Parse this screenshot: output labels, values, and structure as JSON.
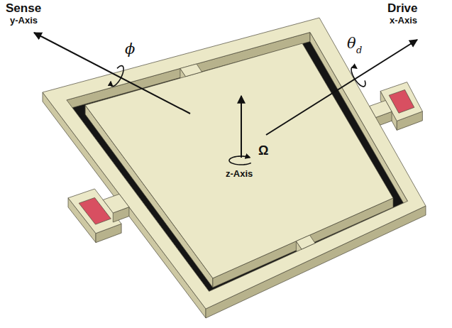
{
  "diagram": {
    "labels": [
      "Sense",
      "y-Axis",
      "ϕ",
      "Drive",
      "x-Axis",
      "θ",
      "d",
      "Ω",
      "z-Axis"
    ]
  }
}
